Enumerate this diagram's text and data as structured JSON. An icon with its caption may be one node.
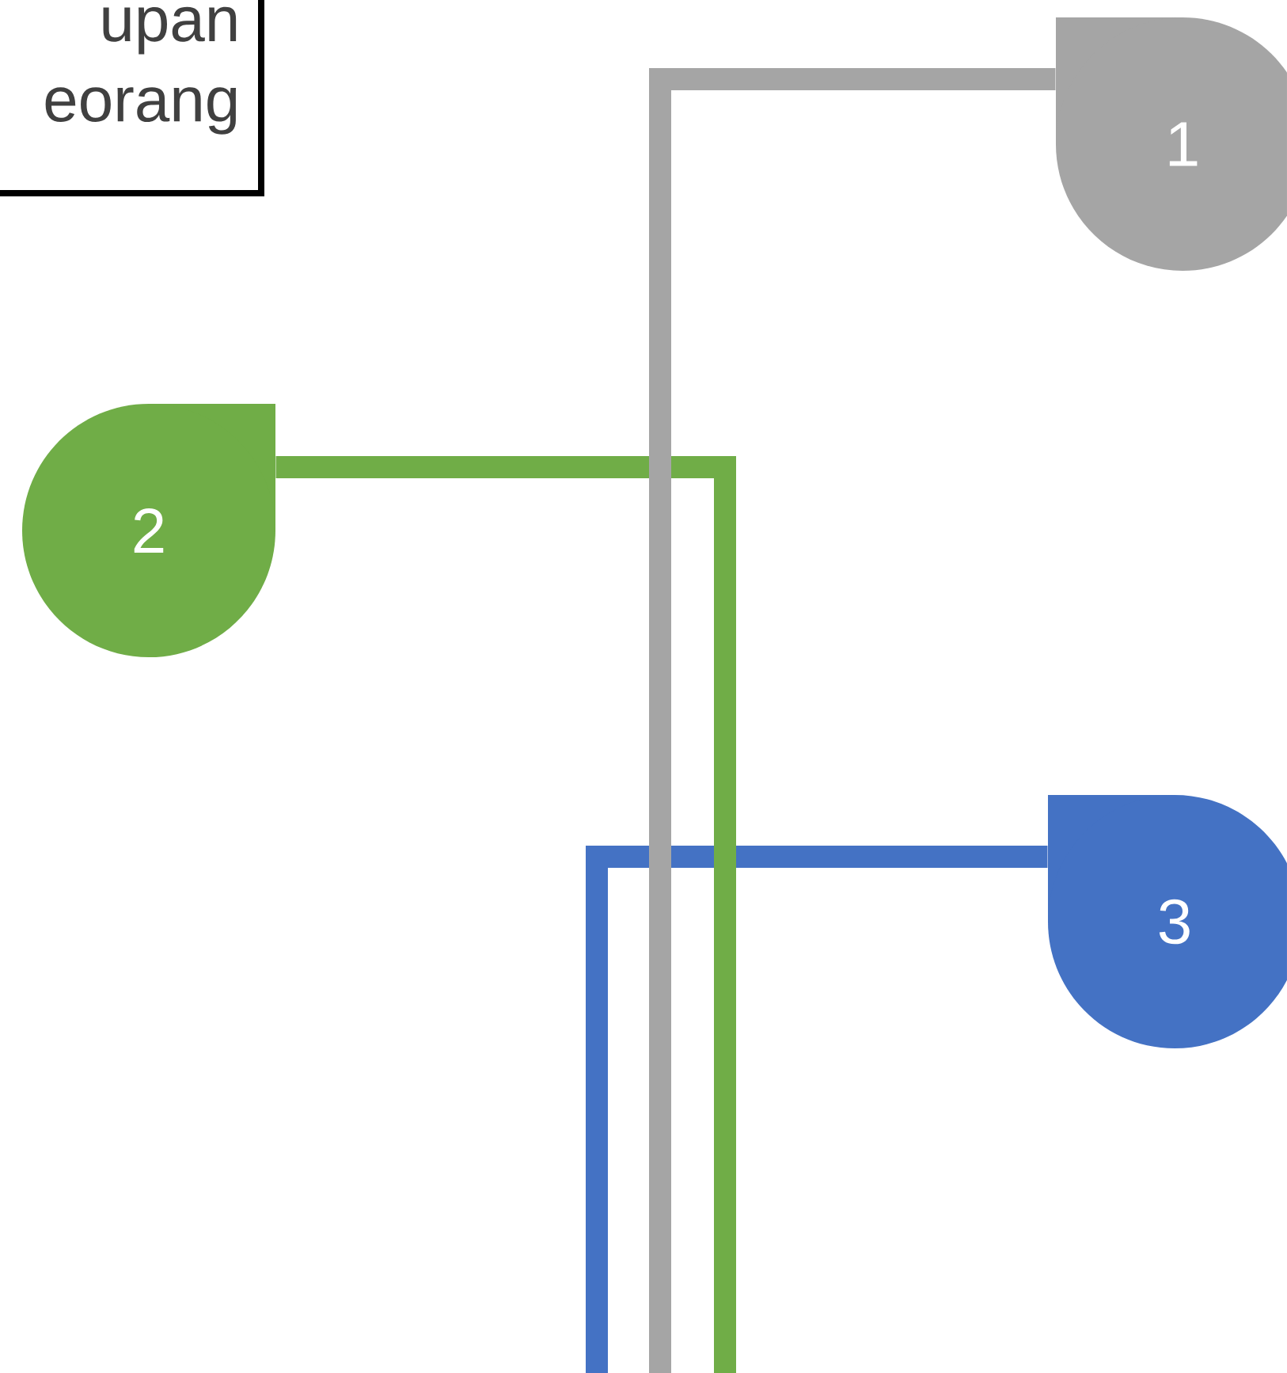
{
  "diagram": {
    "nodes": [
      {
        "text": [
          "upan eorang"
        ]
      },
      {
        "text": [
          "1"
        ]
      },
      {
        "text": [
          "2"
        ]
      },
      {
        "text": [
          "3"
        ]
      }
    ],
    "edges": [
      {
        "from": 1,
        "to": null,
        "arrow": "none",
        "color": "#a5a5a5"
      },
      {
        "from": 2,
        "to": null,
        "arrow": "none",
        "color": "#70ad47"
      },
      {
        "from": 3,
        "to": null,
        "arrow": "none",
        "color": "#4472c4"
      }
    ]
  }
}
